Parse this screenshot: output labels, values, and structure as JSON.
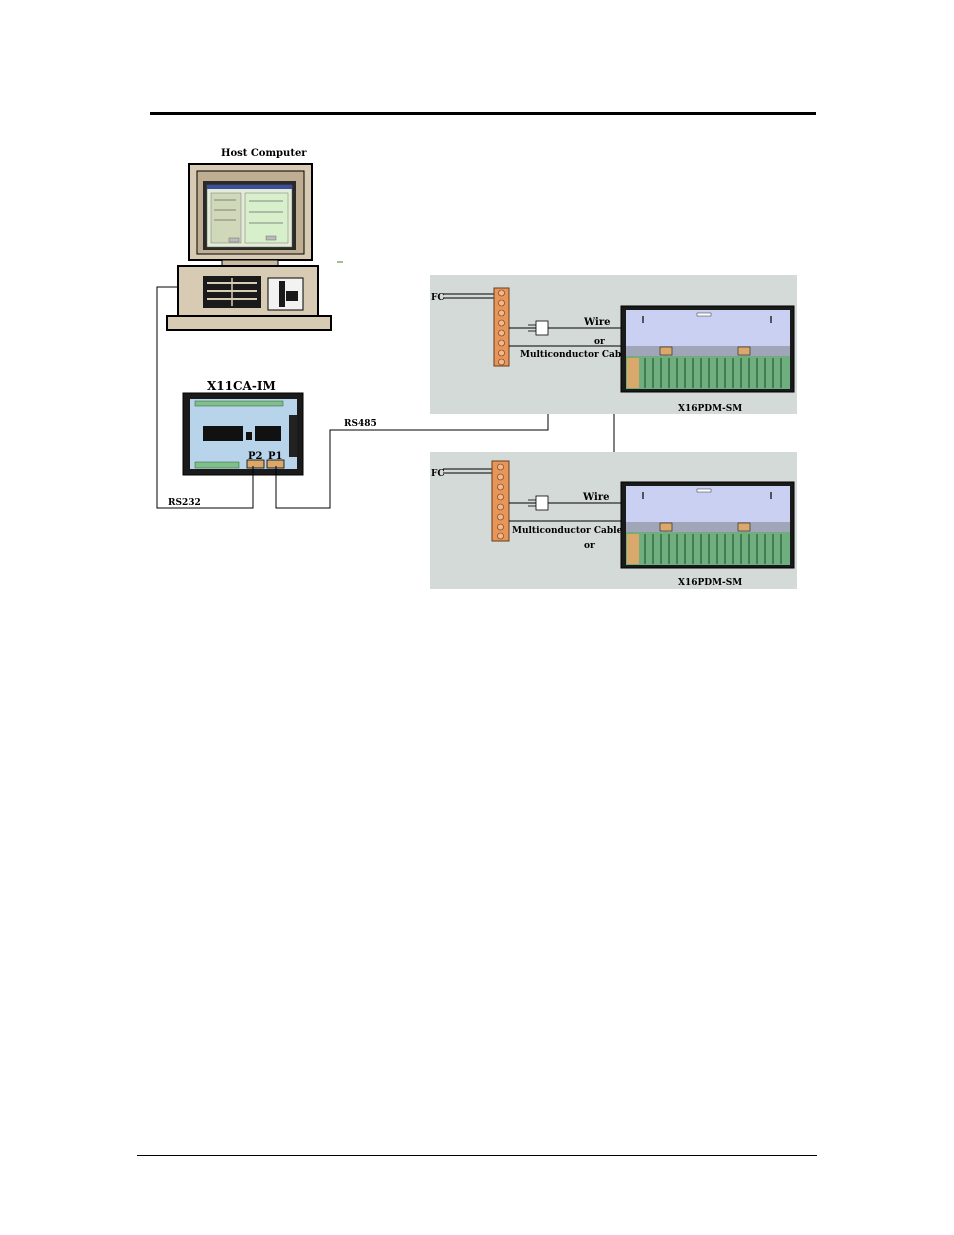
{
  "labels": {
    "host_computer": "Host Computer",
    "controller": "X11CA-IM",
    "rs485": "RS485",
    "rs232": "RS232",
    "port_p2": "P2",
    "port_p1": "P1",
    "field_panels": [
      {
        "fc": "FC",
        "wire": "Wire",
        "or": "or",
        "cable": "Multiconductor Cable",
        "module": "X16PDM-SM"
      },
      {
        "fc": "FC",
        "wire": "Wire",
        "or": "or",
        "cable": "Multiconductor Cable",
        "module": "X16PDM-SM"
      }
    ]
  },
  "colors": {
    "panel_bg": "#d4dad8",
    "terminal_block": "#e8955a",
    "rack_top": "#c9d0f2",
    "rack_slots": "#6fae7e",
    "controller_board": "#b8d4ea",
    "monitor_frame": "#d8cbb4",
    "screen": "#2a2a2a",
    "screen_window": "#e4ecd8"
  }
}
